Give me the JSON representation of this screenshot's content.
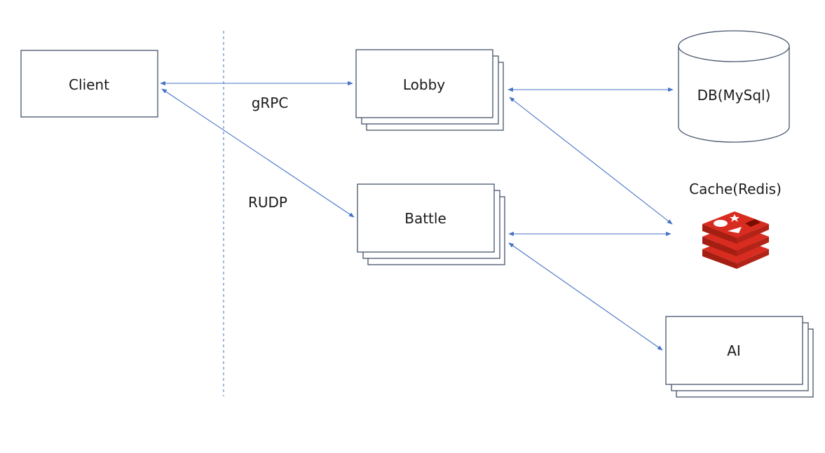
{
  "nodes": {
    "client": "Client",
    "lobby": "Lobby",
    "battle": "Battle",
    "ai": "AI",
    "db": "DB(MySql)",
    "cache": "Cache(Redis)"
  },
  "protocols": {
    "grpc": "gRPC",
    "rudp": "RUDP"
  },
  "colors": {
    "connector": "#4472c4",
    "box_border": "#44546a",
    "redis_red": "#d82c20",
    "redis_dark": "#a41e11"
  },
  "icons": {
    "cache": "redis-logo-icon",
    "db": "database-cylinder-icon"
  }
}
